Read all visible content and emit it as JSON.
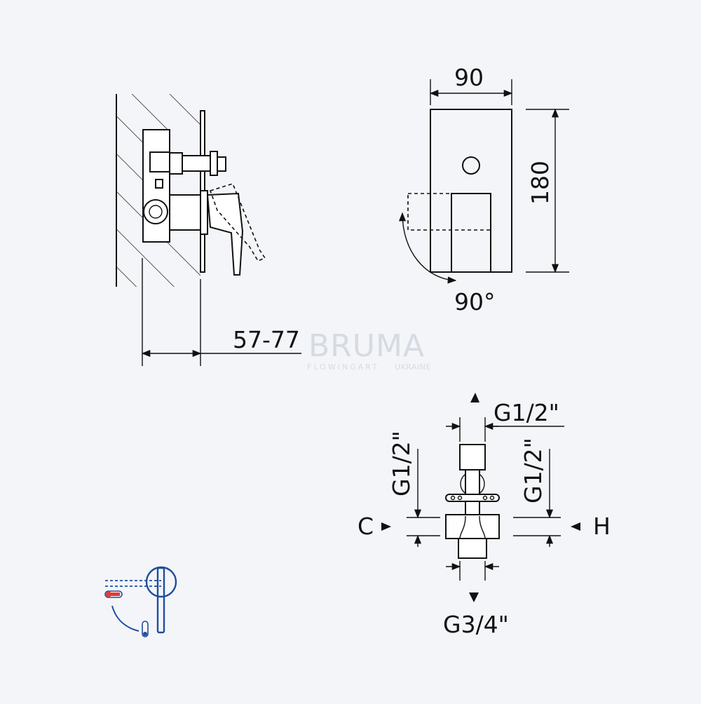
{
  "dimensions": {
    "depth": "57-77",
    "width": "90",
    "height": "180",
    "rotation": "90°",
    "top_outlet": "G1/2\"",
    "cold_inlet": "G1/2\"",
    "hot_inlet": "G1/2\"",
    "bottom_outlet": "G3/4\""
  },
  "labels": {
    "cold": "C",
    "hot": "H"
  },
  "watermark": {
    "brand": "BRUMA",
    "tagline": "FLOWINGART",
    "region": "UKRAINE"
  },
  "colors": {
    "background": "#f3f5f8",
    "line": "#111111",
    "icon_blue": "#1f4e9e",
    "icon_red": "#e53935",
    "watermark": "#d6dbe2"
  }
}
